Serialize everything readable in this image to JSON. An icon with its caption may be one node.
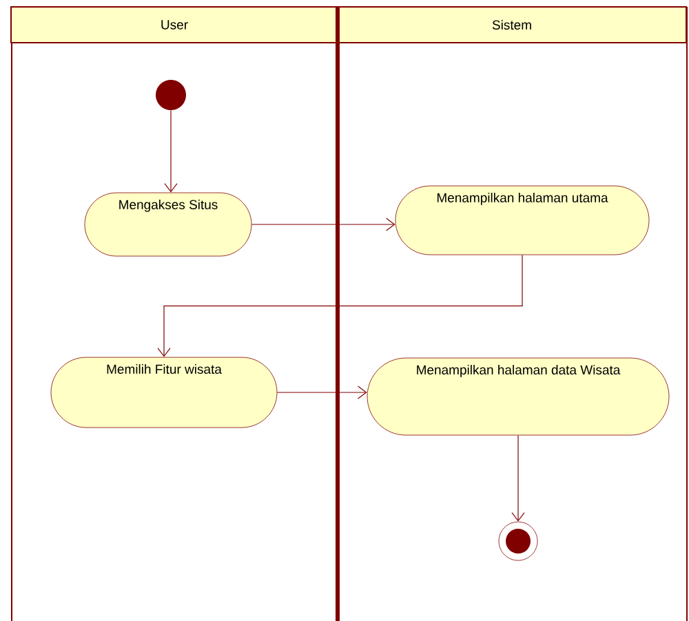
{
  "diagram": {
    "nodes": [
      {
        "text": [
          "User"
        ]
      },
      {
        "text": [
          "Sistem"
        ]
      },
      {
        "text": [],
        "shape": "dot",
        "in": 0
      },
      {
        "text": [
          "Mengakses Situs"
        ],
        "in": 0
      },
      {
        "text": [
          "Menampilkan halaman utama"
        ],
        "in": 1
      },
      {
        "text": [
          "Memilih Fitur wisata"
        ],
        "in": 0
      },
      {
        "text": [
          "Menampilkan halaman data Wisata"
        ],
        "in": 1
      },
      {
        "text": [],
        "shape": "bullseye",
        "in": 1
      }
    ],
    "edges": [
      {
        "from": 2,
        "to": 3,
        "arrow": "to"
      },
      {
        "from": 3,
        "to": 4,
        "arrow": "to"
      },
      {
        "from": 4,
        "to": 5,
        "arrow": "to"
      },
      {
        "from": 5,
        "to": 6,
        "arrow": "to"
      },
      {
        "from": 6,
        "to": 7,
        "arrow": "to"
      }
    ]
  }
}
